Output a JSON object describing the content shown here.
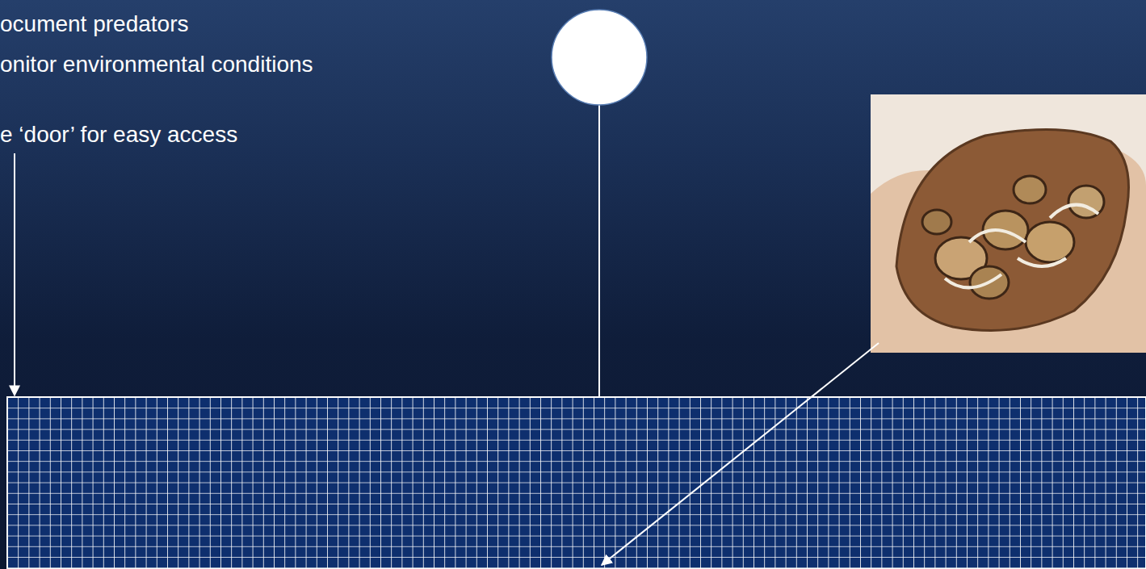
{
  "diagram": {
    "labels": [
      "ocument predators",
      "onitor environmental conditions",
      "e ‘door’ for easy access"
    ]
  }
}
